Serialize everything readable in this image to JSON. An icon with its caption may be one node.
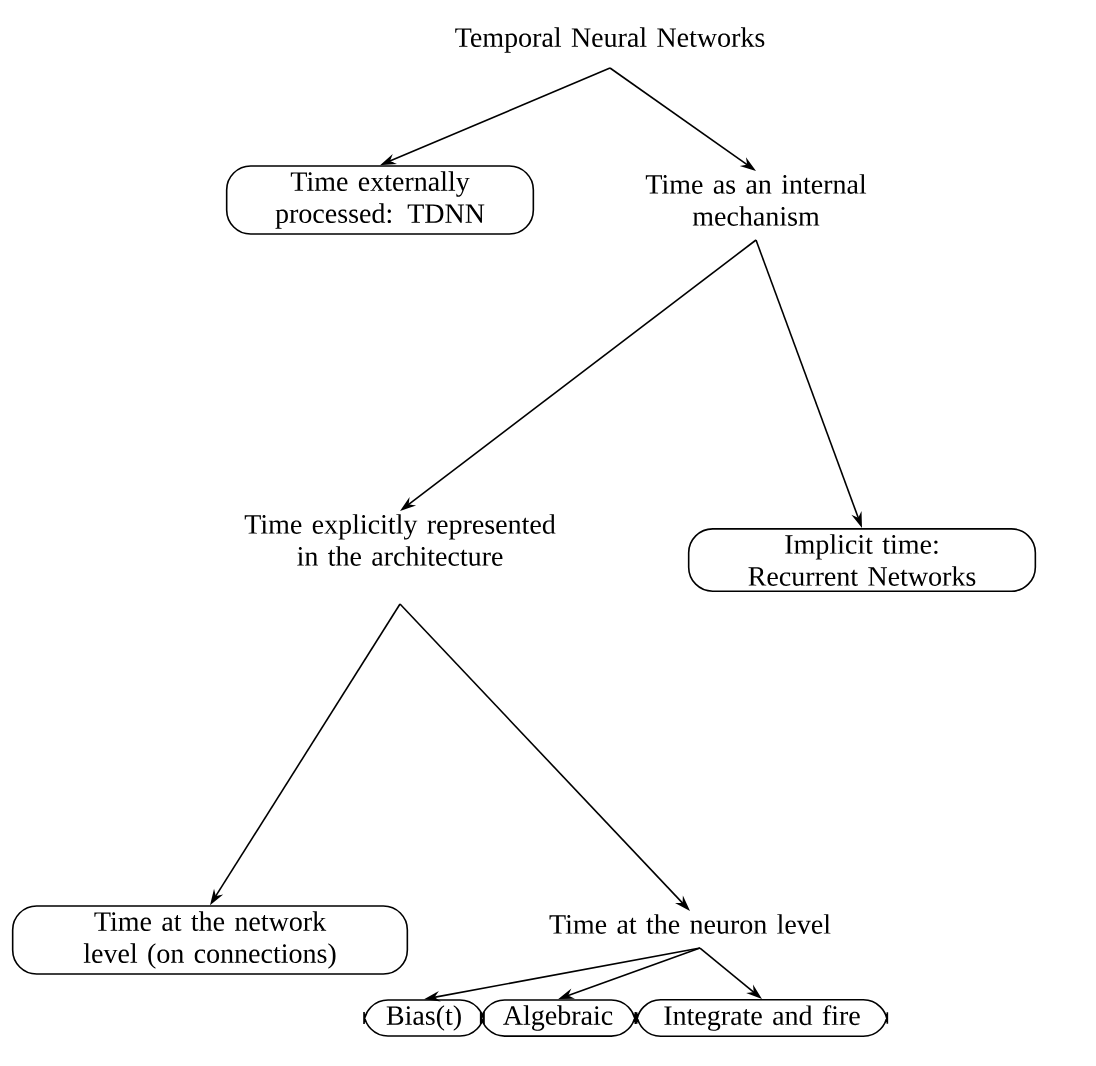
{
  "diagram": {
    "nodes": [
      {
        "text": [
          "Temporal Neural Networks"
        ]
      },
      {
        "text": [
          "Time externally processed: TDNN"
        ]
      },
      {
        "text": [
          "Time as an internal mechanism"
        ]
      },
      {
        "text": [
          "Time explicitly represented in the architecture"
        ]
      },
      {
        "text": [
          "Implicit time: Recurrent Networks"
        ]
      },
      {
        "text": [
          "Time at the network level (on connections)"
        ]
      },
      {
        "text": [
          "Time at the neuron level"
        ]
      },
      {
        "text": [
          "Bias(t)"
        ]
      },
      {
        "text": [
          "Algebraic"
        ]
      },
      {
        "text": [
          "Integrate and fire"
        ]
      }
    ],
    "edges": [
      {
        "from": 0,
        "to": 1,
        "arrow": "to"
      },
      {
        "from": 0,
        "to": 2,
        "arrow": "to"
      },
      {
        "from": 2,
        "to": 3,
        "arrow": "to"
      },
      {
        "from": 2,
        "to": 4,
        "arrow": "to"
      },
      {
        "from": 3,
        "to": 5,
        "arrow": "to"
      },
      {
        "from": 3,
        "to": 6,
        "arrow": "to"
      },
      {
        "from": 6,
        "to": 7,
        "arrow": "to"
      },
      {
        "from": 6,
        "to": 8,
        "arrow": "to"
      },
      {
        "from": 6,
        "to": 9,
        "arrow": "to"
      }
    ]
  }
}
